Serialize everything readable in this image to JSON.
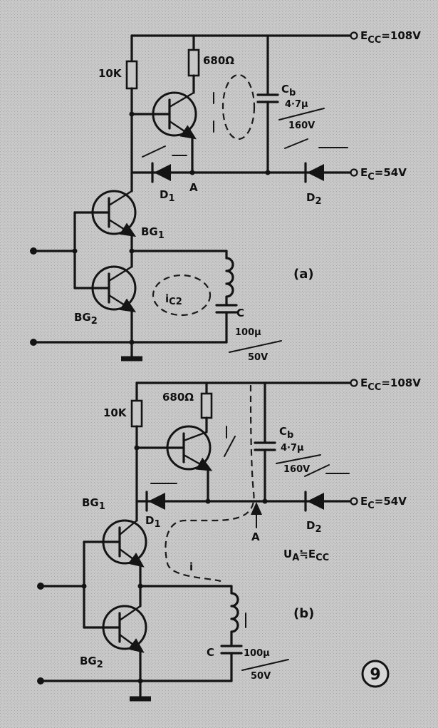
{
  "circuit_a": {
    "ecc": "E",
    "ecc_sub": "CC",
    "ecc_val": "=108V",
    "ec": "E",
    "ec_sub": "C",
    "ec_val": "=54V",
    "r1": "10K",
    "r2": "680Ω",
    "cb": "C",
    "cb_sub": "b",
    "cb_val": "4·7μ",
    "cb_volt": "160V",
    "d1": "D",
    "d1_sub": "1",
    "d2": "D",
    "d2_sub": "2",
    "node": "A",
    "bg1": "BG",
    "bg1_sub": "1",
    "bg2": "BG",
    "bg2_sub": "2",
    "ic2": "i",
    "ic2_sub": "C2",
    "c": "C",
    "c_val": "100μ",
    "c_volt": "50V",
    "caption": "(a)"
  },
  "circuit_b": {
    "ecc": "E",
    "ecc_sub": "CC",
    "ecc_val": "=108V",
    "ec": "E",
    "ec_sub": "C",
    "ec_val": "=54V",
    "r1": "10K",
    "r2": "680Ω",
    "cb": "C",
    "cb_sub": "b",
    "cb_val": "4·7μ",
    "cb_volt": "160V",
    "d1": "D",
    "d1_sub": "1",
    "d2": "D",
    "d2_sub": "2",
    "node": "A",
    "bg1": "BG",
    "bg1_sub": "1",
    "bg2": "BG",
    "bg2_sub": "2",
    "i": "i",
    "c": "C",
    "c_val": "100μ",
    "c_volt": "50V",
    "ua": "U",
    "ua_sub": "A",
    "ua_val": "≒E",
    "ua_val_sub": "CC",
    "caption": "(b)"
  },
  "figure_number": "9"
}
